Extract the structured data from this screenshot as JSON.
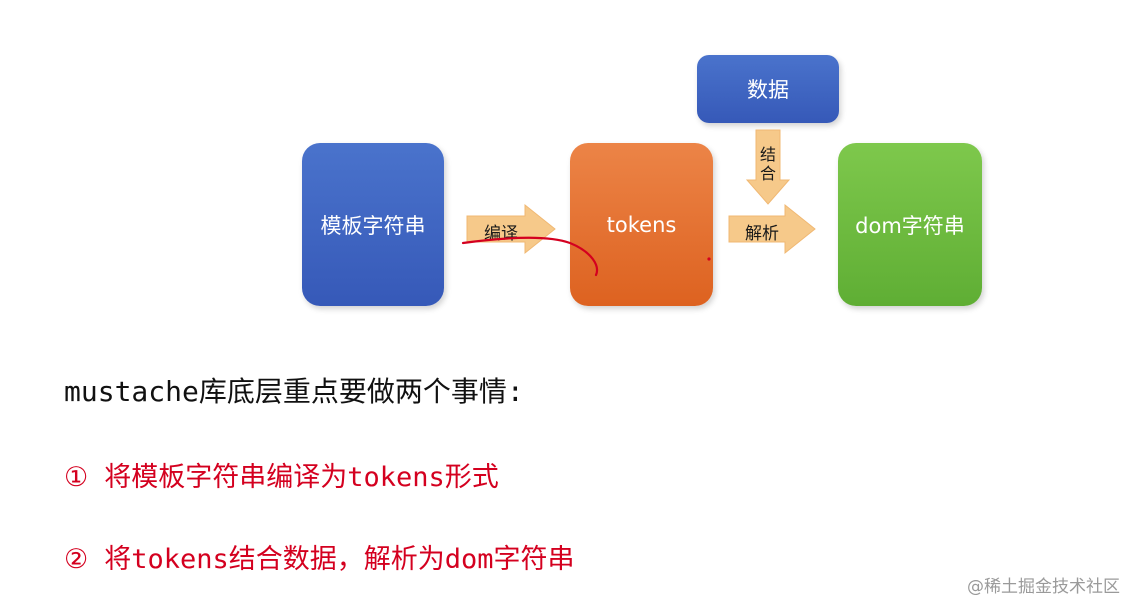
{
  "diagram": {
    "nodes": {
      "template": "模板字符串",
      "tokens": "tokens",
      "dom": "dom字符串",
      "data": "数据"
    },
    "edges": {
      "compile": "编译",
      "parse": "解析",
      "combine": "结合"
    },
    "colors": {
      "blue": "#3f66c2",
      "orange": "#e6732f",
      "green": "#6cbb3f",
      "arrow": "#f6c98a",
      "annotation": "#d4001f"
    }
  },
  "notes": {
    "heading": "mustache库底层重点要做两个事情:",
    "points": [
      {
        "marker": "①",
        "text": "将模板字符串编译为tokens形式"
      },
      {
        "marker": "②",
        "text": "将tokens结合数据，解析为dom字符串"
      }
    ]
  },
  "watermark": "@稀土掘金技术社区"
}
